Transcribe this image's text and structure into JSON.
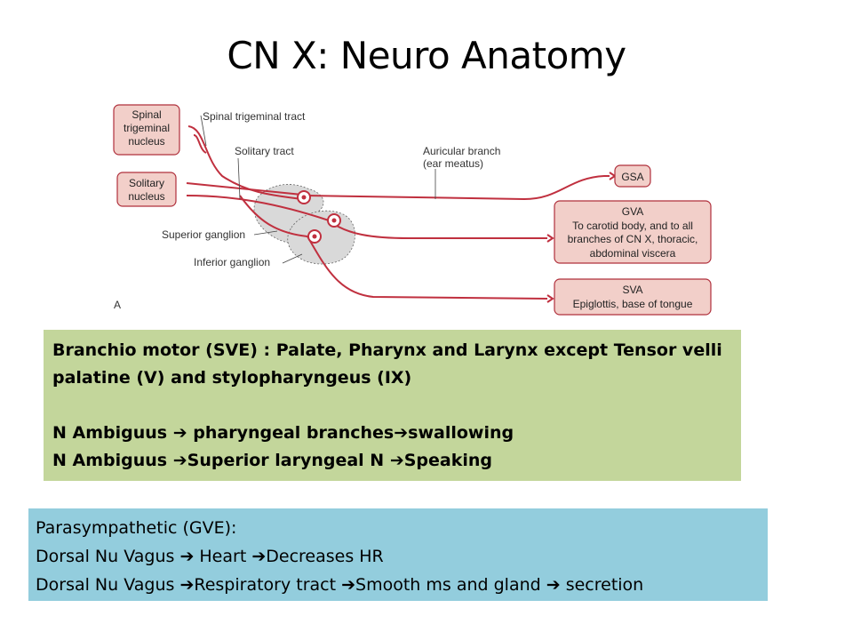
{
  "title": "CN X: Neuro Anatomy",
  "diagram": {
    "nuclei": {
      "spinal_trigeminal": [
        "Spinal",
        "trigeminal",
        "nucleus"
      ],
      "solitary": [
        "Solitary",
        "nucleus"
      ]
    },
    "labels": {
      "spinal_trigeminal_tract": "Spinal trigeminal tract",
      "solitary_tract": "Solitary tract",
      "auricular_branch": [
        "Auricular branch",
        "(ear meatus)"
      ],
      "superior_ganglion": "Superior ganglion",
      "inferior_ganglion": "Inferior ganglion",
      "panel_letter": "A"
    },
    "targets": {
      "gsa": [
        "GSA"
      ],
      "gva": [
        "GVA",
        "To carotid body, and to all",
        "branches of CN X, thoracic,",
        "abdominal viscera"
      ],
      "sva": [
        "SVA",
        "Epiglottis, base of tongue"
      ]
    },
    "colors": {
      "nerve": "#c0303f",
      "box_fill": "#f2cfc9",
      "box_stroke": "#b0303c",
      "ganglion": "#d8d8d8"
    }
  },
  "branchio_motor": {
    "header": "Branchio motor (SVE) : Palate, Pharynx and Larynx except Tensor velli",
    "header_cont": "palatine (V) and stylopharyngeus (IX)",
    "l1_a": "N Ambiguus ",
    "l1_b": " pharyngeal branches",
    "l1_c": "swallowing",
    "l2_a": "N Ambiguus ",
    "l2_b": "Superior laryngeal N ",
    "l2_c": "Speaking",
    "arrow": "➔",
    "bg": "#c3d69b"
  },
  "parasympathetic": {
    "header": "Parasympathetic (GVE):",
    "l1_a": "Dorsal Nu Vagus ",
    "l1_b": " Heart ",
    "l1_c": "Decreases HR",
    "l2_a": "Dorsal Nu Vagus ",
    "l2_b": "Respiratory  tract ",
    "l2_c": "Smooth ms and gland ",
    "l2_d": " secretion",
    "arrow": "➔",
    "bg": "#93cddd"
  }
}
